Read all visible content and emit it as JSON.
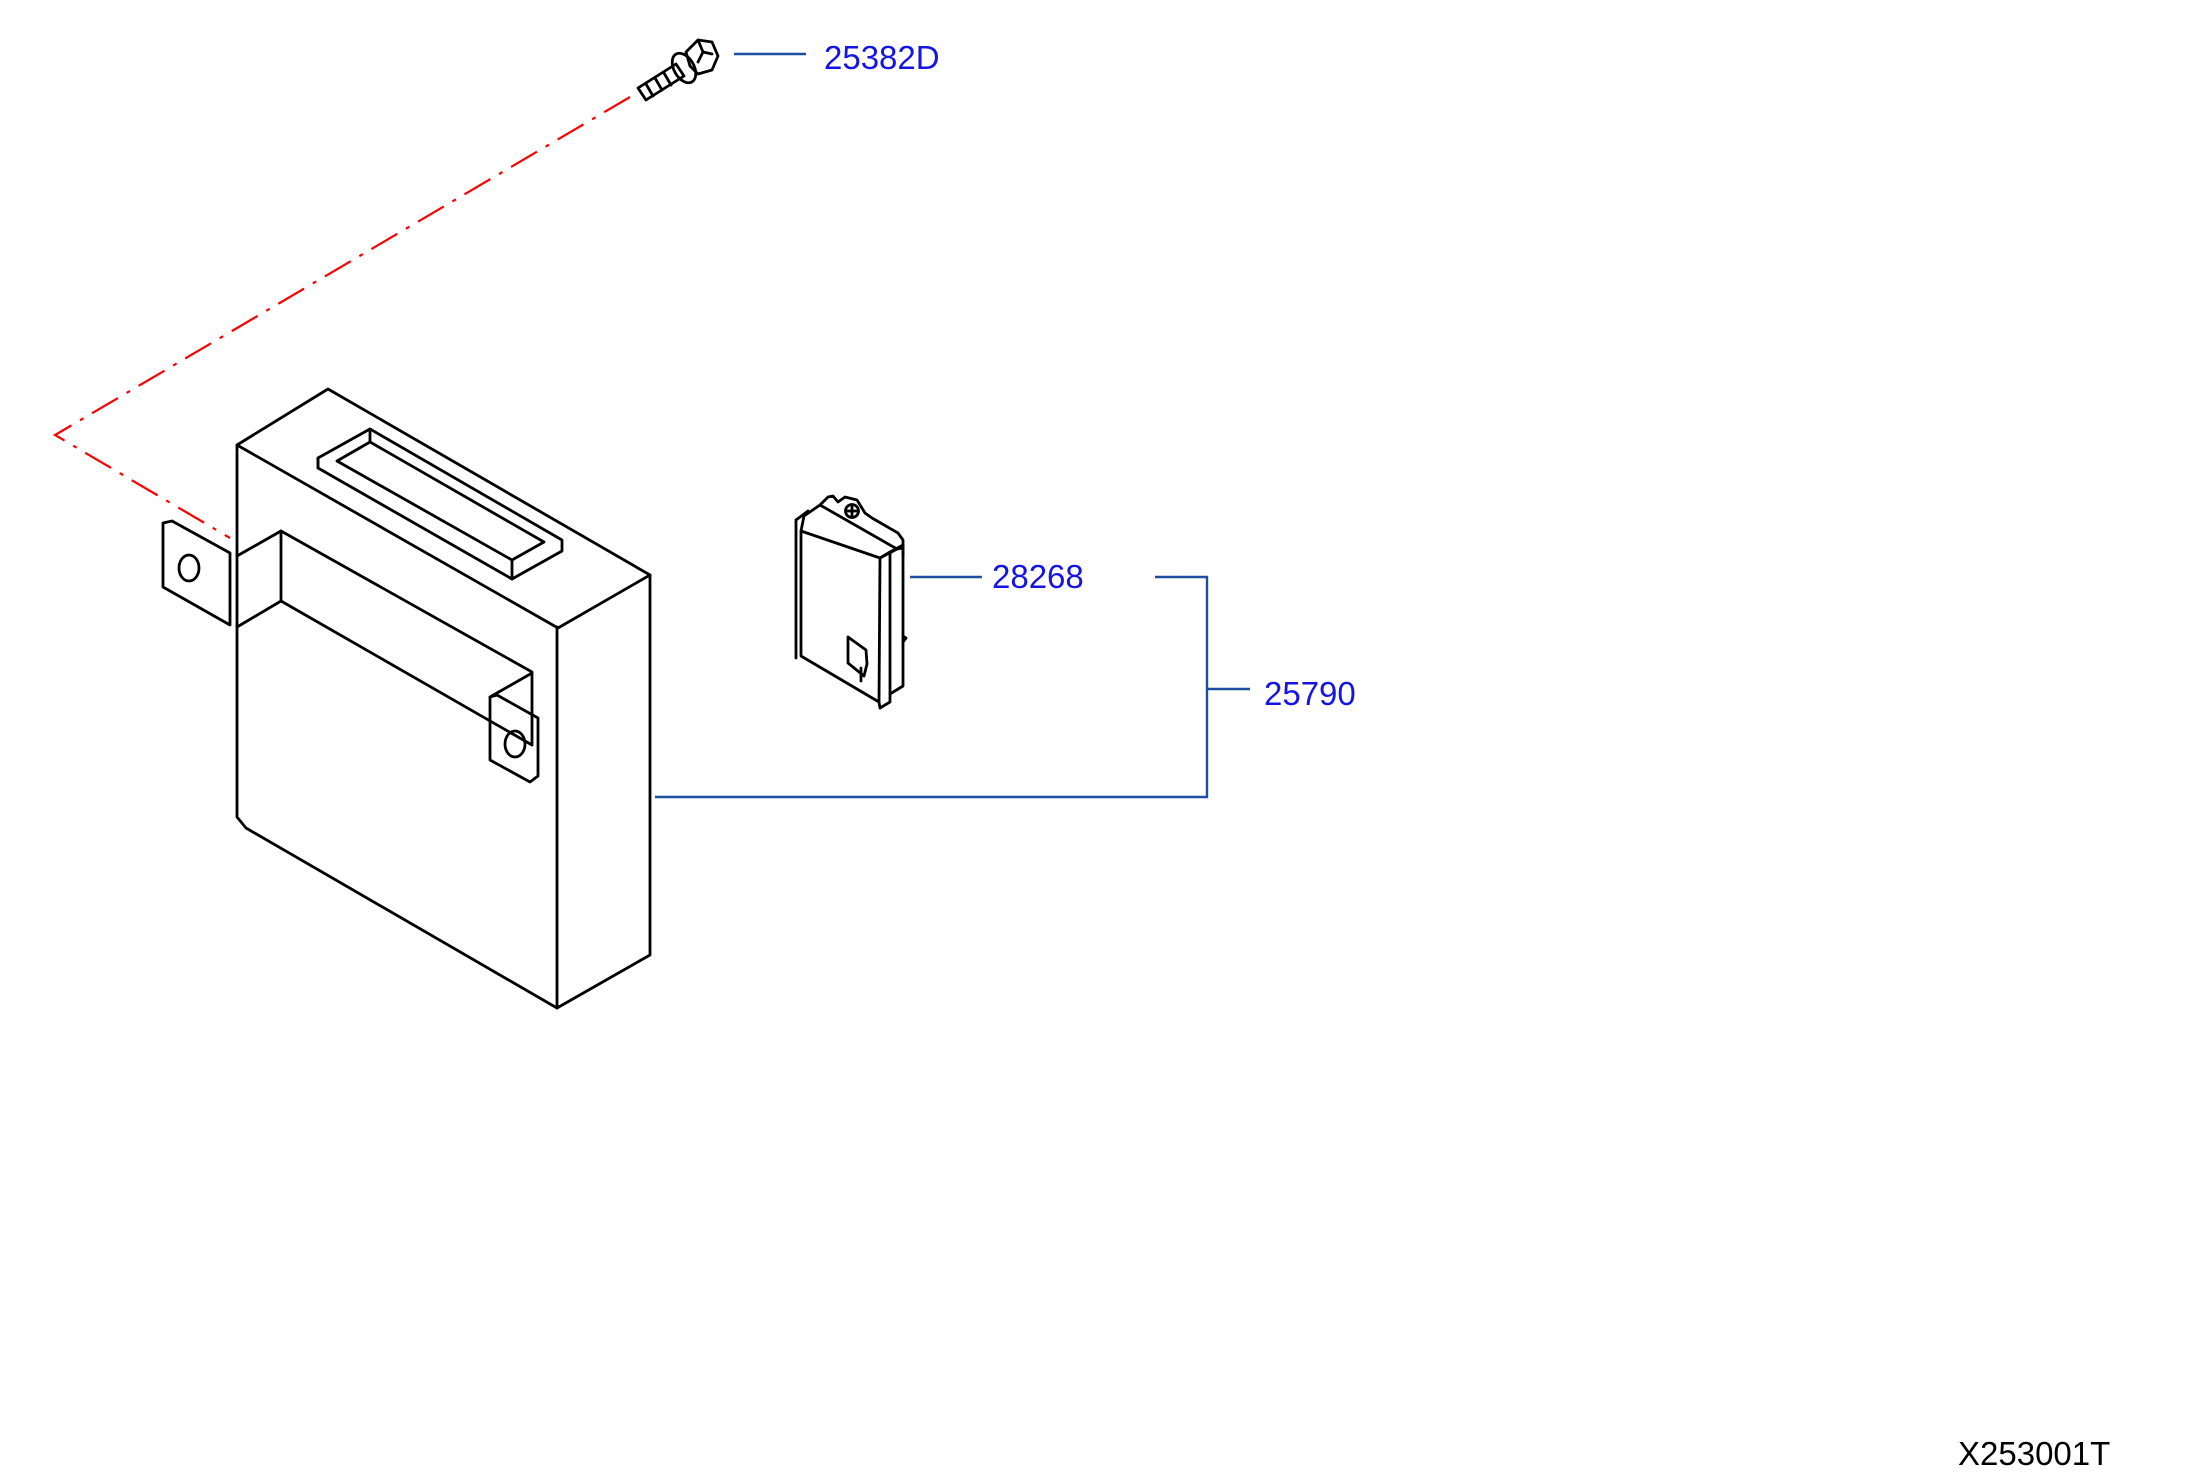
{
  "diagram": {
    "callouts": {
      "bolt": "25382D",
      "module": "28268",
      "assembly": "25790"
    },
    "figure_code": "X253001T",
    "colors": {
      "callout_text": "#1414e6",
      "leader_line": "#1f4ea1",
      "guide_line": "#ff0000",
      "part_outline": "#000000"
    }
  }
}
